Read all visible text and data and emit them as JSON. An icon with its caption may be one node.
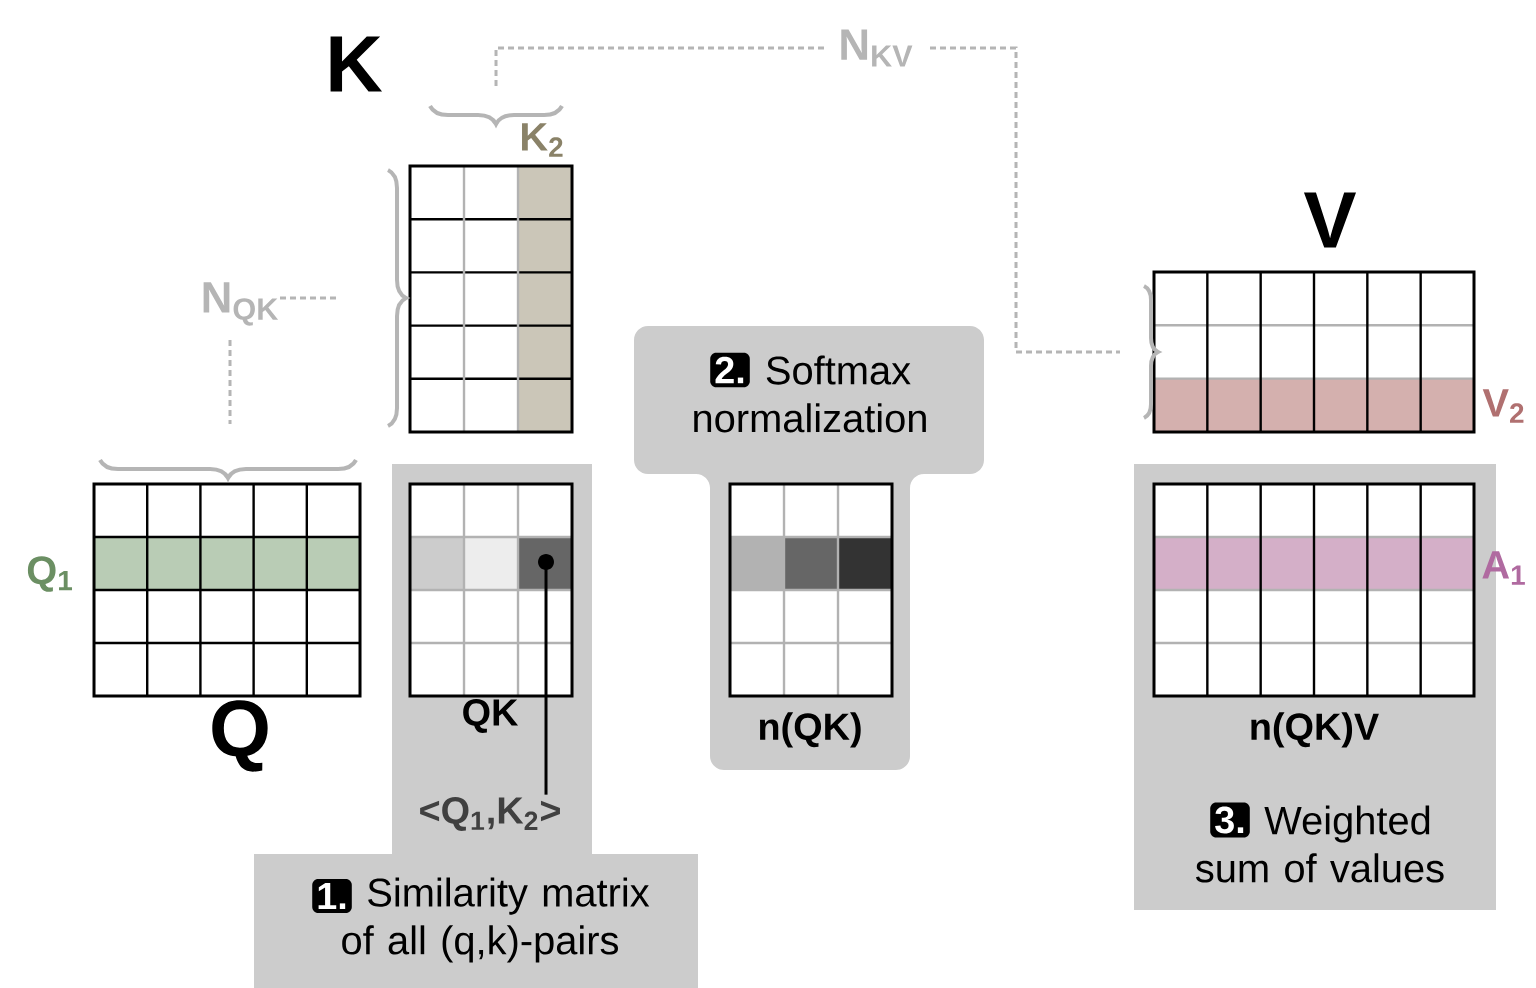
{
  "diagram": {
    "nodes": [
      {
        "text": [
          "K"
        ],
        "beside": [
          "K$_{2}$"
        ]
      },
      {
        "text": [
          "Q"
        ],
        "beside": [
          "Q$_{1}$"
        ]
      },
      {
        "text": [
          "1.",
          "Similarity matrix of all (q,k)-pairs"
        ]
      },
      {
        "text": [
          "QK"
        ],
        "in": 2
      },
      {
        "text": [
          "2.",
          "Softmax normalization"
        ]
      },
      {
        "text": [
          "n(QK)"
        ],
        "in": 4
      },
      {
        "text": [
          "V"
        ],
        "beside": [
          "V$_{2}$"
        ]
      },
      {
        "text": [
          "3.",
          "Weighted sum of values"
        ]
      },
      {
        "text": [
          "n(QK)V"
        ],
        "in": 7,
        "beside": [
          "A$_{1}$"
        ]
      },
      {
        "text": [
          "<Q$_{1}$,K$_{2}$>"
        ],
        "in": 2
      }
    ],
    "edges": [
      {
        "from": 9,
        "to": 3,
        "arrow": "other"
      }
    ],
    "labels": [
      "N$_{QK}$",
      "N$_{KV}$"
    ]
  }
}
